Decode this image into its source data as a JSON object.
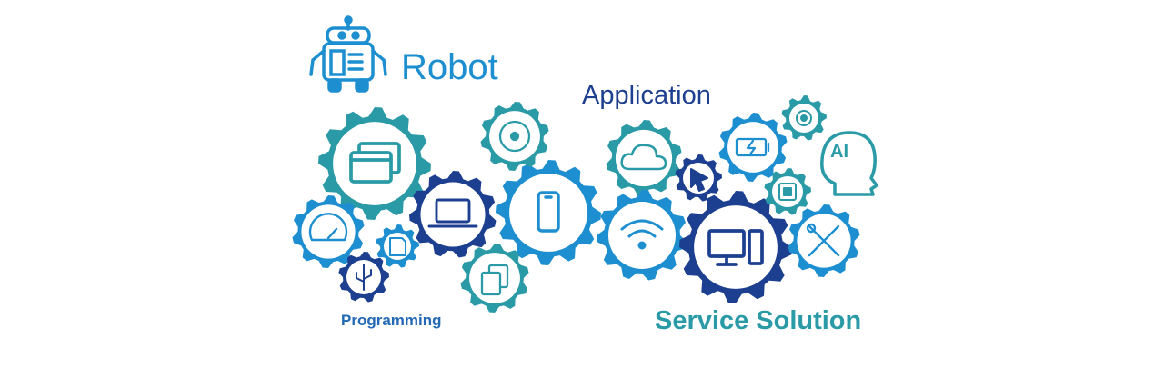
{
  "labels": {
    "robot": "Robot",
    "application": "Application",
    "programming": "Programming",
    "service_solution": "Service Solution",
    "ai": "AI"
  },
  "colors": {
    "teal": "#2a9aa6",
    "blue": "#1d8fd0",
    "navy": "#1d3f8f",
    "mid_blue": "#2268b5"
  },
  "icons": [
    "robot-icon",
    "windows-icon",
    "laptop-icon",
    "smartphone-icon",
    "disc-icon",
    "cloud-icon",
    "cursor-icon",
    "battery-icon",
    "gear-icon",
    "ai-head-icon",
    "chip-icon",
    "wifi-icon",
    "desktop-computer-icon",
    "tools-icon",
    "speedometer-icon",
    "sd-card-icon",
    "usb-icon",
    "copy-document-icon"
  ]
}
